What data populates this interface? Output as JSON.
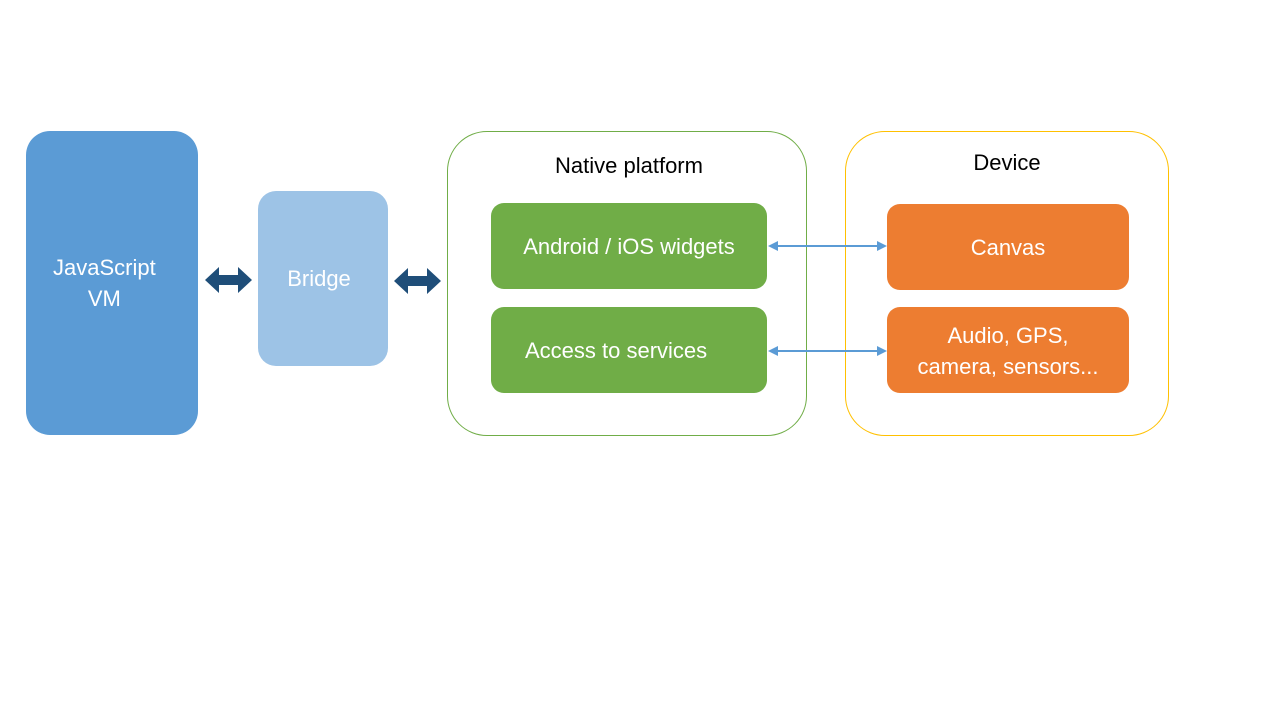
{
  "nodes": {
    "js_vm": {
      "label": "JavaScript\nVM",
      "color": "#5b9bd5"
    },
    "bridge": {
      "label": "Bridge",
      "color": "#9dc3e6"
    },
    "native_platform": {
      "title": "Native platform",
      "border_color": "#70ad47",
      "items": [
        {
          "label": "Android / iOS widgets",
          "color": "#70ad47"
        },
        {
          "label": "Access to services",
          "color": "#70ad47"
        }
      ]
    },
    "device": {
      "title": "Device",
      "border_color": "#ffc000",
      "items": [
        {
          "label": "Canvas",
          "color": "#ed7d31"
        },
        {
          "label": "Audio, GPS,\ncamera, sensors...",
          "color": "#ed7d31"
        }
      ]
    }
  },
  "edges": [
    {
      "from": "js_vm",
      "to": "bridge",
      "style": "thick-double-arrow"
    },
    {
      "from": "bridge",
      "to": "native_platform",
      "style": "thick-double-arrow"
    },
    {
      "from": "native_platform.items.0",
      "to": "device.items.0",
      "style": "thin-double-arrow"
    },
    {
      "from": "native_platform.items.1",
      "to": "device.items.1",
      "style": "thin-double-arrow"
    }
  ],
  "colors": {
    "thick_arrow": "#1f4e79",
    "thin_arrow": "#5b9bd5",
    "text_light": "#ffffff",
    "text_dark": "#000000"
  }
}
